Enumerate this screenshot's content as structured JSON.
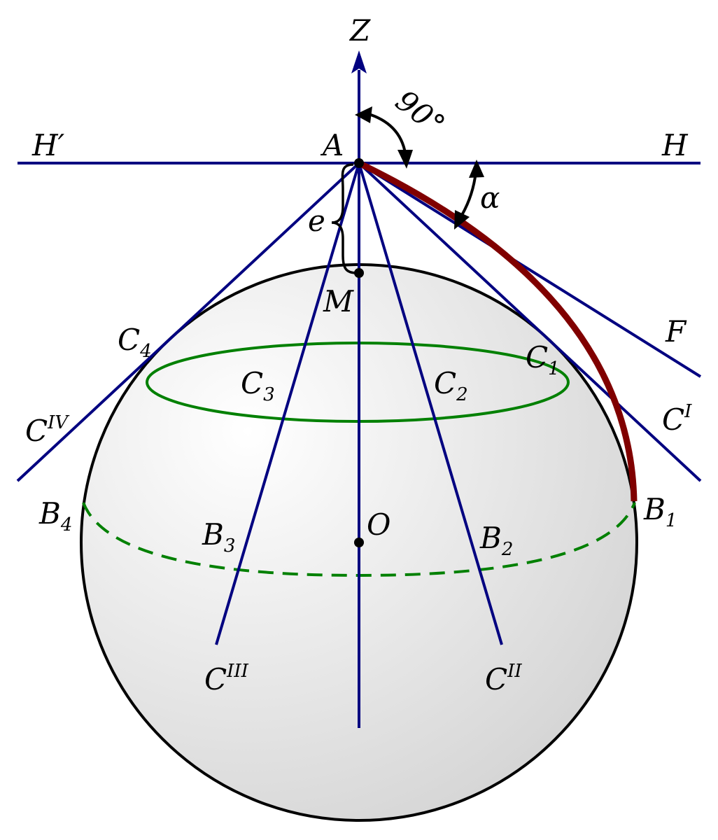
{
  "colors": {
    "line": "#000080",
    "ellipse": "#008000",
    "trajectory": "#800000",
    "sphere_edge": "#000000",
    "sphere_fill_light": "#ffffff",
    "sphere_fill_dark": "#d2d2d2",
    "text": "#000000"
  },
  "labels": {
    "Z": "Z",
    "H_prime": "H′",
    "A": "A",
    "H": "H",
    "angle_90": "90°",
    "alpha": "α",
    "e": "e",
    "M": "M",
    "F": "F",
    "O": "O",
    "C4_base": "C",
    "C4_sub": "4",
    "C3_base": "C",
    "C3_sub": "3",
    "C2_base": "C",
    "C2_sub": "2",
    "C1_base": "C",
    "C1_sub": "1",
    "CIV_base": "C",
    "CIV_sup": "IV",
    "CI_base": "C",
    "CI_sup": "I",
    "B4_base": "B",
    "B4_sub": "4",
    "B3_base": "B",
    "B3_sub": "3",
    "B2_base": "B",
    "B2_sub": "2",
    "B1_base": "B",
    "B1_sub": "1",
    "CIII_base": "C",
    "CIII_sup": "III",
    "CII_base": "C",
    "CII_sup": "II"
  },
  "icons": {
    "arrowhead": "arrowhead-icon",
    "brace": "curly-brace-icon",
    "point": "point-marker-icon"
  }
}
